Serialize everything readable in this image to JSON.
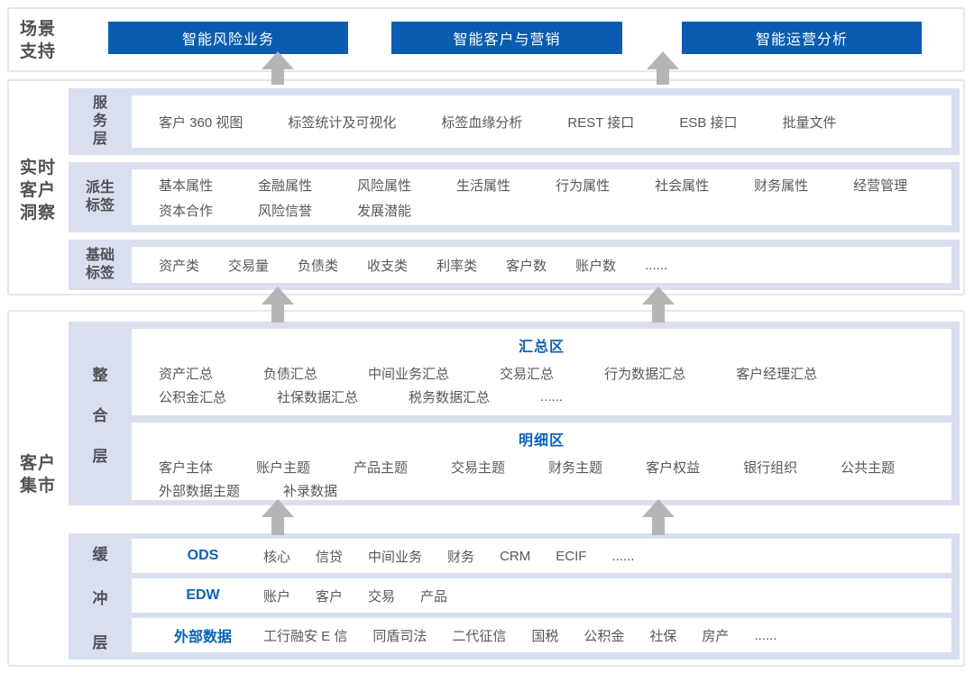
{
  "colors": {
    "accent_blue": "#0a5cb0",
    "link_blue": "#0b61b8",
    "row_bg": "#d9dfee",
    "arrow_gray": "#b4b5b7",
    "text_dark": "#57585c",
    "border_gray": "#e6e7ea"
  },
  "scenario": {
    "label_lines": [
      "场景",
      "支持"
    ],
    "buttons": [
      {
        "label": "智能风险业务"
      },
      {
        "label": "智能客户与营销"
      },
      {
        "label": "智能运营分析"
      }
    ]
  },
  "insight": {
    "label_lines": [
      "实时",
      "客户",
      "洞察"
    ],
    "service": {
      "label_chars": [
        "服",
        "务",
        "层"
      ],
      "items": [
        "客户 360 视图",
        "标签统计及可视化",
        "标签血缘分析",
        "REST 接口",
        "ESB 接口",
        "批量文件"
      ]
    },
    "derived": {
      "label_lines": [
        "派生",
        "标签"
      ],
      "line1": [
        "基本属性",
        "金融属性",
        "风险属性",
        "生活属性",
        "行为属性",
        "社会属性",
        "财务属性",
        "经营管理"
      ],
      "line2": [
        "资本合作",
        "风险信誉",
        "发展潜能"
      ]
    },
    "basic": {
      "label_lines": [
        "基础",
        "标签"
      ],
      "items": [
        "资产类",
        "交易量",
        "负债类",
        "收支类",
        "利率类",
        "客户数",
        "账户数",
        "......"
      ]
    }
  },
  "mart": {
    "label_lines": [
      "客户",
      "集市"
    ],
    "integration": {
      "label_chars": [
        "整",
        "合",
        "层"
      ],
      "summary": {
        "title": "汇总区",
        "line1": [
          "资产汇总",
          "负债汇总",
          "中间业务汇总",
          "交易汇总",
          "行为数据汇总",
          "客户经理汇总"
        ],
        "line2": [
          "公积金汇总",
          "社保数据汇总",
          "税务数据汇总",
          "......"
        ]
      },
      "detail": {
        "title": "明细区",
        "line1": [
          "客户主体",
          "账户主题",
          "产品主题",
          "交易主题",
          "财务主题",
          "客户权益",
          "银行组织",
          "公共主题"
        ],
        "line2": [
          "外部数据主题",
          "补录数据"
        ]
      }
    },
    "buffer": {
      "label_chars": [
        "缓",
        "冲",
        "层"
      ],
      "rows": [
        {
          "title": "ODS",
          "items": [
            "核心",
            "信贷",
            "中间业务",
            "财务",
            "CRM",
            "ECIF",
            "......"
          ]
        },
        {
          "title": "EDW",
          "items": [
            "账户",
            "客户",
            "交易",
            "产品"
          ]
        },
        {
          "title": "外部数据",
          "items": [
            "工行融安 E 信",
            "同盾司法",
            "二代征信",
            "国税",
            "公积金",
            "社保",
            "房产",
            "......"
          ]
        }
      ]
    }
  }
}
